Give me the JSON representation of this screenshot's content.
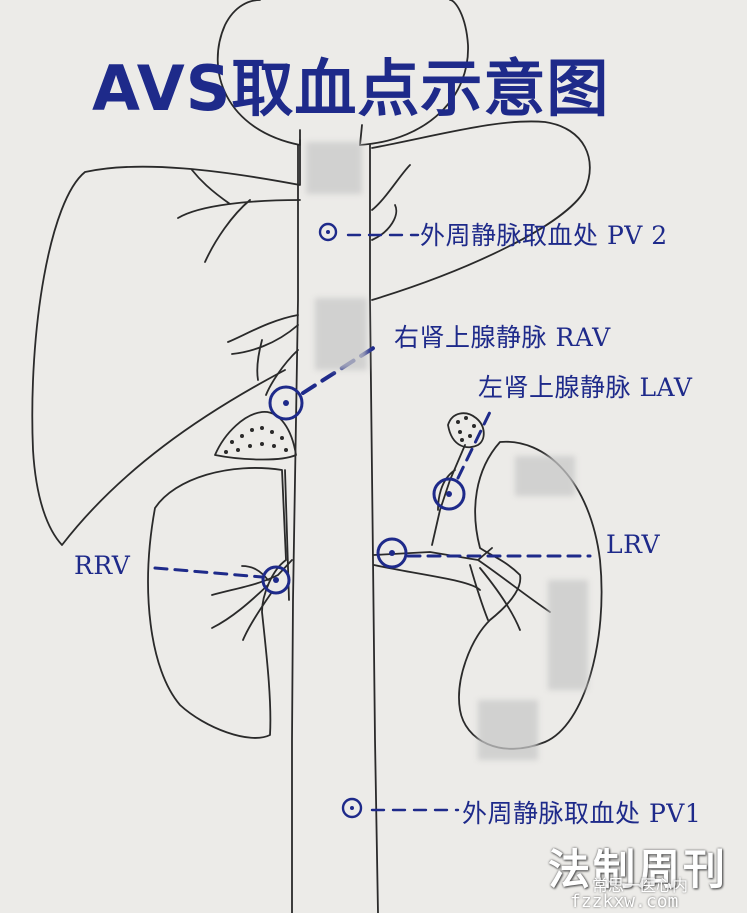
{
  "title": "AVS取血点示意图",
  "labels": {
    "pv2": "外周静脉取血处 PV 2",
    "rav": "右肾上腺静脉 RAV",
    "lav": "左肾上腺静脉 LAV",
    "rrv": "RRV",
    "lrv": "LRV",
    "pv1": "外周静脉取血处 PV1"
  },
  "watermark": {
    "text": "法制周刊",
    "sub": "常思一医心内",
    "url": "fzzkxw.com"
  },
  "colors": {
    "annotation": "#1e2a8a",
    "sketch": "#2a2a2a",
    "background": "#ecebe8"
  }
}
